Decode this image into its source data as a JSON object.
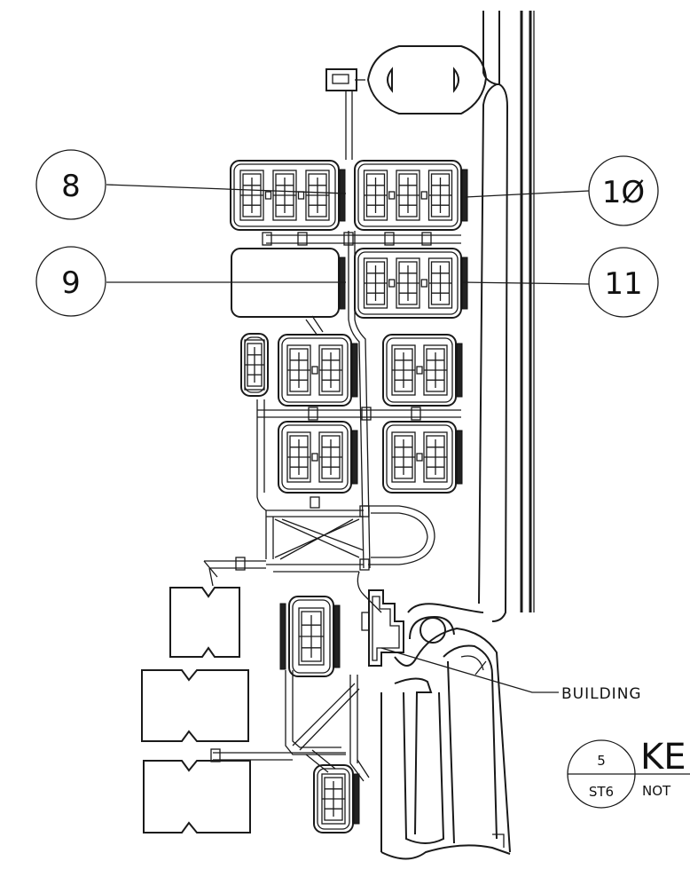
{
  "callouts": [
    {
      "id": "8",
      "label": "8"
    },
    {
      "id": "9",
      "label": "9"
    },
    {
      "id": "10",
      "label": "1Ø"
    },
    {
      "id": "11",
      "label": "11"
    }
  ],
  "building_label": "BUILDING",
  "detail": {
    "number": "5",
    "sheet": "ST6",
    "title": "KE",
    "scale_note": "NOT"
  },
  "colors": {
    "ink": "#1a1a1a",
    "paper": "#ffffff"
  }
}
